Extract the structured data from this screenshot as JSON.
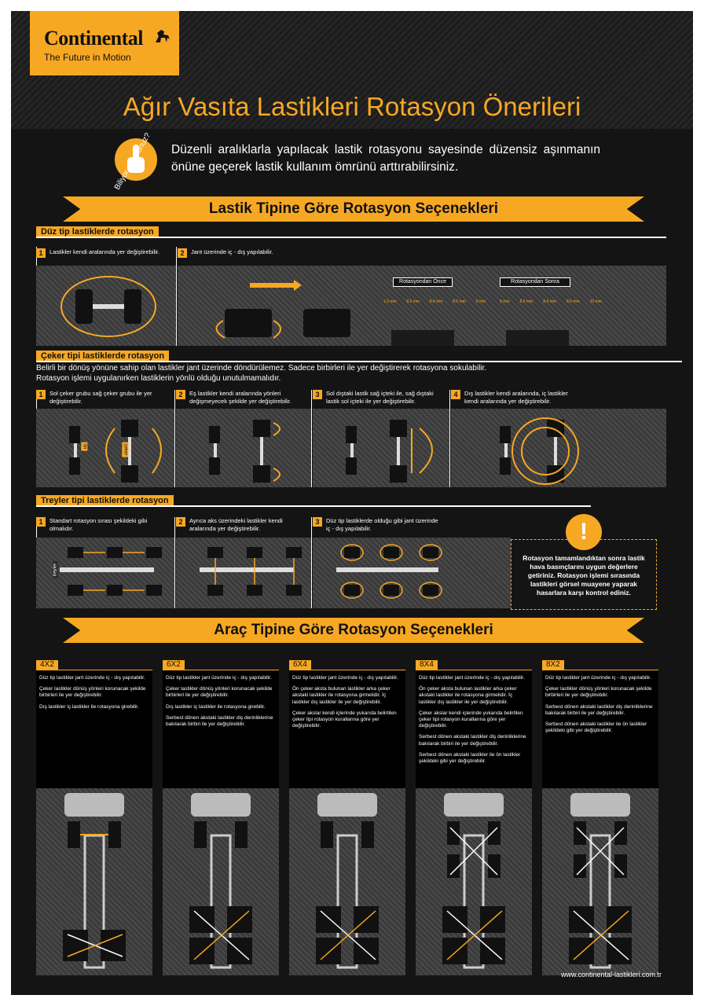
{
  "brand": {
    "name": "Continental",
    "tagline": "The Future in Motion"
  },
  "title": "Ağır Vasıta Lastikleri Rotasyon Önerileri",
  "intro": {
    "badge": "Biliyor muydunuz?",
    "text": "Düzenli aralıklarla yapılacak lastik rotasyonu sayesinde düzensiz aşınmanın önüne geçerek lastik kullanım ömrünü arttırabilirsiniz."
  },
  "section1": {
    "ribbon": "Lastik Tipine Göre Rotasyon Seçenekleri",
    "duz": {
      "label": "Düz tip lastiklerde rotasyon",
      "steps": [
        {
          "num": "1",
          "text": "Lastikler kendi aralarında yer değiştirebilir."
        },
        {
          "num": "2",
          "text": "Jant üzerinde iç - dış yapılabilir."
        }
      ],
      "before": "Rotasyondan Önce",
      "after": "Rotasyondan Sonra",
      "before_depths": [
        "1.0 mm",
        "8.5 mm",
        "8.4 mm",
        "8.5 mm",
        "9 mm"
      ],
      "after_depths": [
        "9 mm",
        "8.5 mm",
        "8.4 mm",
        "8.5 mm",
        "10 mm"
      ]
    },
    "ceker": {
      "label": "Çeker tipi lastiklerde rotasyon",
      "text1": "Belirli bir dönüş yönüne sahip olan lastikler jant üzerinde döndürülemez. Sadece birbirleri ile yer değiştirerek rotasyona sokulabilir.",
      "text2": "Rotasyon işlemi uygulanırken lastiklerin yönlü olduğu unutulmamalıdır.",
      "steps": [
        {
          "num": "1",
          "text": "Sol çeker grubu sağ çeker grubu ile yer değiştirebilir."
        },
        {
          "num": "2",
          "text": "Eş lastikler kendi aralarında yönleri değişmeyecek şekilde yer değiştirebilir."
        },
        {
          "num": "3",
          "text": "Sol dıştaki lastik sağ içteki ile, sağ dıştaki lastik sol içteki ile yer değiştirebilir."
        },
        {
          "num": "4",
          "text": "Dış lastikler kendi aralarında, iç lastikler kendi aralarında yer değiştirebilir."
        }
      ],
      "tag": "çeker",
      "tag2": "ön"
    },
    "treyler": {
      "label": "Treyler tipi lastiklerde rotasyon",
      "steps": [
        {
          "num": "1",
          "text": "Standart rotasyon sırası şekildeki gibi olmalıdır."
        },
        {
          "num": "2",
          "text": "Ayrıca aks üzerindeki lastikler kendi aralarında yer değiştirebilir."
        },
        {
          "num": "3",
          "text": "Düz tip lastiklerde olduğu gibi jant üzerinde iç - dış yapılabilir."
        }
      ],
      "tag": "treyler"
    },
    "warning": {
      "icon": "!",
      "text": "Rotasyon tamamlandıktan sonra lastik hava basınçlarını uygun değerlere getiriniz. Rotasyon işlemi sırasında lastikleri görsel muayene yaparak hasarlara karşı kontrol ediniz."
    }
  },
  "section2": {
    "ribbon": "Araç Tipine Göre Rotasyon Seçenekleri",
    "columns": [
      {
        "tag": "4X2",
        "paras": [
          "Düz tip lastikler jant üzerinde iç - dış yapılabilir.",
          "Çeker lastikler dönüş yönleri korunacak şekilde birbirleri ile yer değiştirebilir.",
          "Dış lastikler iç lastikler ile rotasyona girebilir."
        ]
      },
      {
        "tag": "6X2",
        "paras": [
          "Düz tip lastikler jant üzerinde iç - dış yapılabilir.",
          "Çeker lastikler dönüş yönleri korunacak şekilde birbirleri ile yer değiştirebilir.",
          "Dış lastikler iç lastikler ile rotasyona girebilir.",
          "Serbest dönen akstaki lastikler diş derinliklerine bakılarak birbiri ile yer değiştirebilir."
        ]
      },
      {
        "tag": "6X4",
        "paras": [
          "Düz tip lastikler jant üzerinde iç - dış yapılabilir.",
          "Ön çeker aksta bulunan lastikler arka çeker akstaki lastikler ile rotasyona girmelidir. İç lastikler dış lastikler ile yer değiştirebilir.",
          "Çeker akslar kendi içlerinde yukarıda belirtilen çeker tipi rotasyon kurallarına göre yer değiştirebilir."
        ]
      },
      {
        "tag": "8X4",
        "paras": [
          "Düz tip lastikler jant üzerinde iç - dış yapılabilir.",
          "Ön çeker aksta bulunan lastikler arka çeker akstaki lastikler ile rotasyona girmelidir. İç lastikler dış lastikler ile yer değiştirebilir.",
          "Çeker akslar kendi içlerinde yukarıda belirtilen çeker tipi rotasyon kurallarına göre yer değiştirebilir.",
          "Serbest dönen akstaki lastikler diş derinliklerine bakılarak birbiri ile yer değiştirebilir.",
          "Serbest dönen akstaki lastikler ile ön lastikler şekildeki gibi yer değiştirebilir."
        ]
      },
      {
        "tag": "8X2",
        "paras": [
          "Düz tip lastikler jant üzerinde iç - dış yapılabilir.",
          "Çeker lastikler dönüş yönleri korunacak şekilde birbirleri ile yer değiştirebilir.",
          "Serbest dönen akstaki lastikler diş derinliklerine bakılarak birbiri ile yer değiştirebilir.",
          "Serbest dönen akstaki lastikler ile ön lastikler şekildeki gibi yer değiştirebilir."
        ]
      }
    ]
  },
  "footer": {
    "url": "www.continental-lastikleri.com.tr"
  },
  "colors": {
    "accent": "#f7a823",
    "background": "#141414",
    "asphalt": "#444444"
  }
}
